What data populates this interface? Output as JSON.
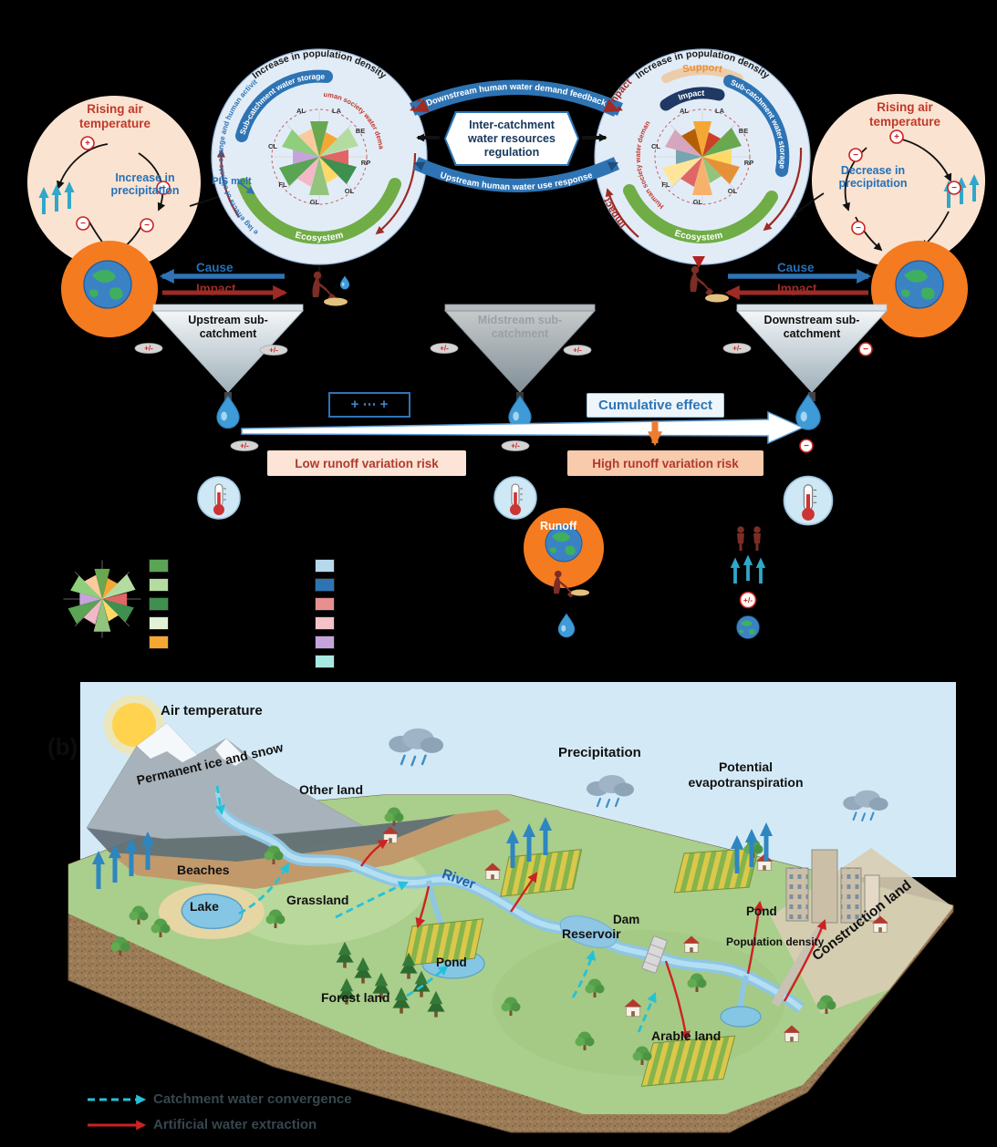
{
  "panel_a": {
    "climate_left": {
      "title": "Rising air temperature",
      "precip": "Increase in precipitation",
      "pis_melt": "PIS melt"
    },
    "climate_right": {
      "title": "Rising air temperature",
      "precip": "Decrease in precipitation"
    },
    "catchment_left": {
      "top_text": "Increase in population density",
      "lag_text": "The lag effects of climate change and human activities",
      "storage": "Sub-catchment water storage",
      "demand": "Human society water demand",
      "ecosystem": "Ecosystem",
      "rose_labels": [
        "AL",
        "LA",
        "BE",
        "RP",
        "OL",
        "GL",
        "FL",
        "CL"
      ]
    },
    "catchment_right": {
      "top_text": "Increase in population density",
      "impact_top": "Impact",
      "support": "Support",
      "impact_mid": "Impact",
      "impact_bottom": "Impact",
      "storage": "Sub-catchment water storage",
      "demand": "Human society water demand",
      "ecosystem": "Ecosystem",
      "rose_labels": [
        "AL",
        "LA",
        "BE",
        "RP",
        "OL",
        "GL",
        "FL",
        "CL"
      ]
    },
    "regulation": {
      "box": "Inter-catchment water resources regulation",
      "top_arrow": "Downstream human water demand feedback",
      "bottom_arrow": "Upstream human water use response"
    },
    "cause": "Cause",
    "impact": "Impact",
    "funnels": [
      {
        "label": "Upstream sub-catchment"
      },
      {
        "label": "Midstream sub-catchment"
      },
      {
        "label": "Downstream sub-catchment"
      }
    ],
    "plus_dots": "+ ⋯ +",
    "cumulative": "Cumulative effect",
    "low_risk": "Low runoff variation risk",
    "high_risk": "High runoff variation risk",
    "runoff": "Runoff",
    "plus_minus": "+/-",
    "icons": {
      "plus_badge": "+",
      "minus_badge": "−"
    },
    "legend_colors_left": [
      "#5aa454",
      "#b5dca0",
      "#3f8f4f",
      "#e2f0d5",
      "#f5a733"
    ],
    "legend_colors_right": [
      "#b7d9ed",
      "#2e74b5",
      "#e88f8f",
      "#f5c2ca",
      "#c7a3dd",
      "#a8e8e3"
    ]
  },
  "panel_b": {
    "label": "(b)",
    "air_temperature": "Air temperature",
    "permanent_ice": "Permanent ice and snow",
    "other_land": "Other land",
    "precipitation": "Precipitation",
    "evapotranspiration": "Potential evapotranspiration",
    "beaches": "Beaches",
    "lake": "Lake",
    "grassland": "Grassland",
    "river": "River",
    "pond_left": "Pond",
    "forest_land": "Forest land",
    "reservoir": "Reservoir",
    "dam": "Dam",
    "arable_land": "Arable land",
    "pond_right": "Pond",
    "population_density": "Population density",
    "construction_land": "Construction land",
    "legend": {
      "convergence": "Catchment water convergence",
      "extraction": "Artificial water extraction"
    }
  }
}
